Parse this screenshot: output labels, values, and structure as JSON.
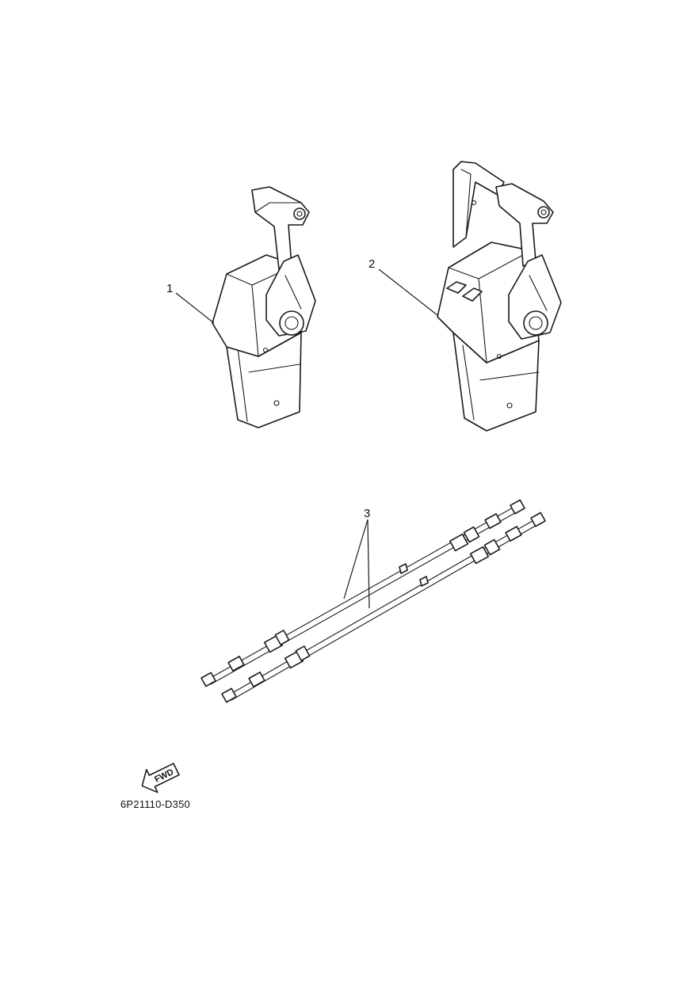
{
  "callouts": {
    "item1": "1",
    "item2": "2",
    "item3": "3"
  },
  "fwd_badge": {
    "label": "FWD",
    "icon": "fwd-arrow-icon"
  },
  "part_code": "6P21110-D350",
  "colors": {
    "line": "#1a1a1a",
    "background": "#ffffff"
  }
}
